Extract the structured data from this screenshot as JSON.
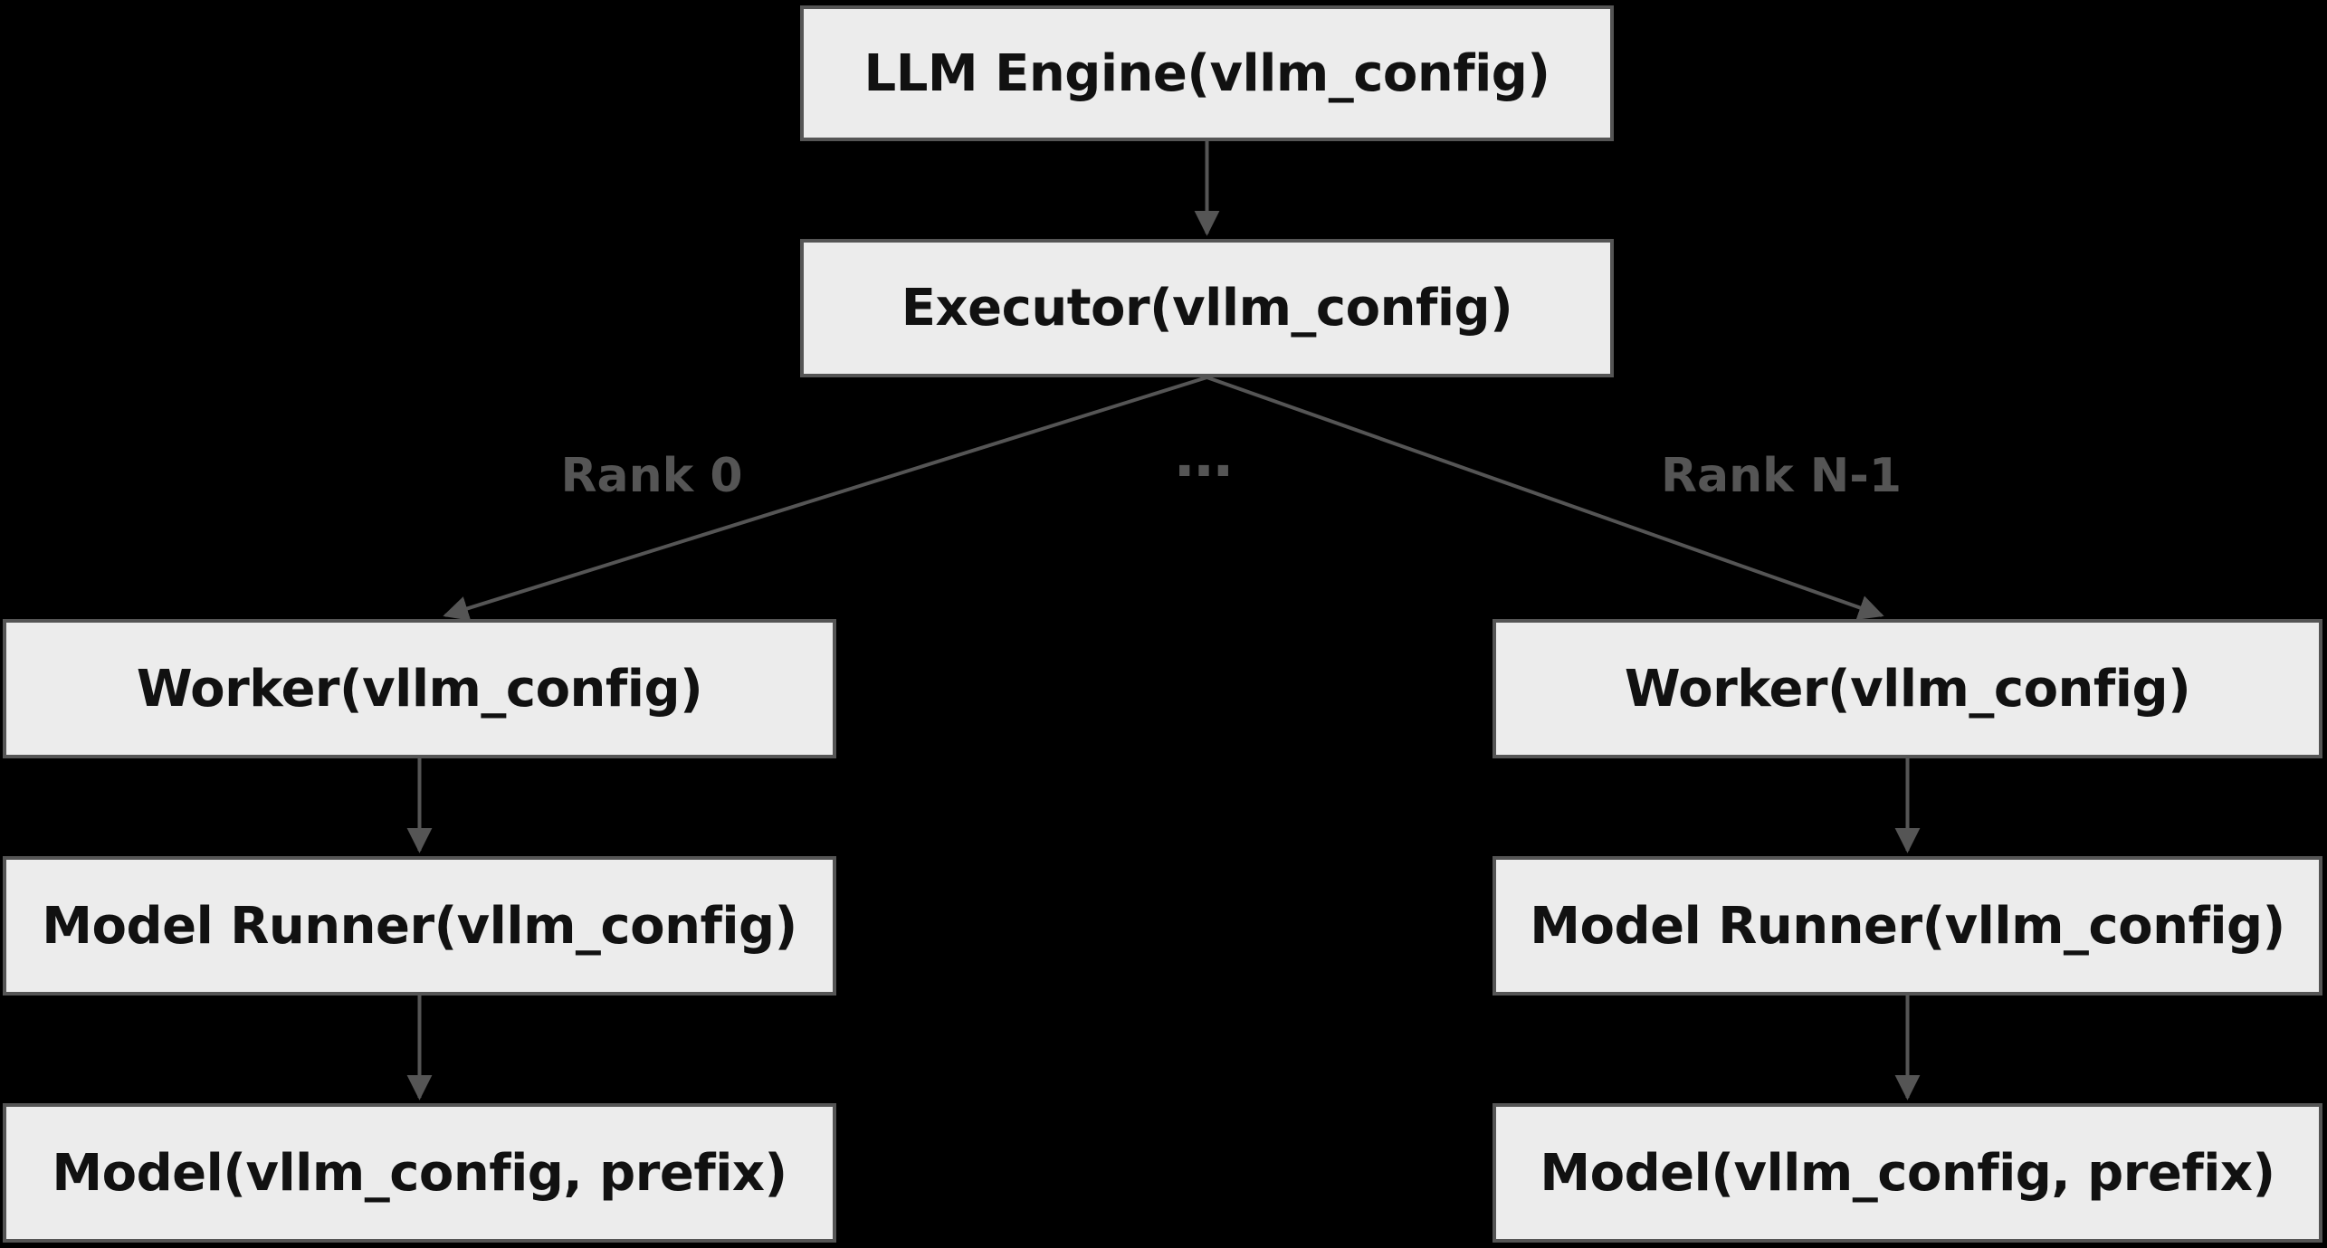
{
  "diagram": {
    "nodes": {
      "llm_engine": {
        "label": "LLM Engine(vllm_config)"
      },
      "executor": {
        "label": "Executor(vllm_config)"
      },
      "worker_left": {
        "label": "Worker(vllm_config)"
      },
      "model_runner_left": {
        "label": "Model Runner(vllm_config)"
      },
      "model_left": {
        "label": "Model(vllm_config, prefix)"
      },
      "worker_right": {
        "label": "Worker(vllm_config)"
      },
      "model_runner_right": {
        "label": "Model Runner(vllm_config)"
      },
      "model_right": {
        "label": "Model(vllm_config, prefix)"
      }
    },
    "edge_labels": {
      "rank_0": "Rank 0",
      "ellipsis": "…",
      "rank_n_1": "Rank N-1"
    },
    "colors": {
      "background": "#000000",
      "node_fill": "#ececec",
      "node_border": "#555555",
      "node_text": "#111111",
      "edge": "#555555",
      "edge_label": "#555555"
    }
  }
}
